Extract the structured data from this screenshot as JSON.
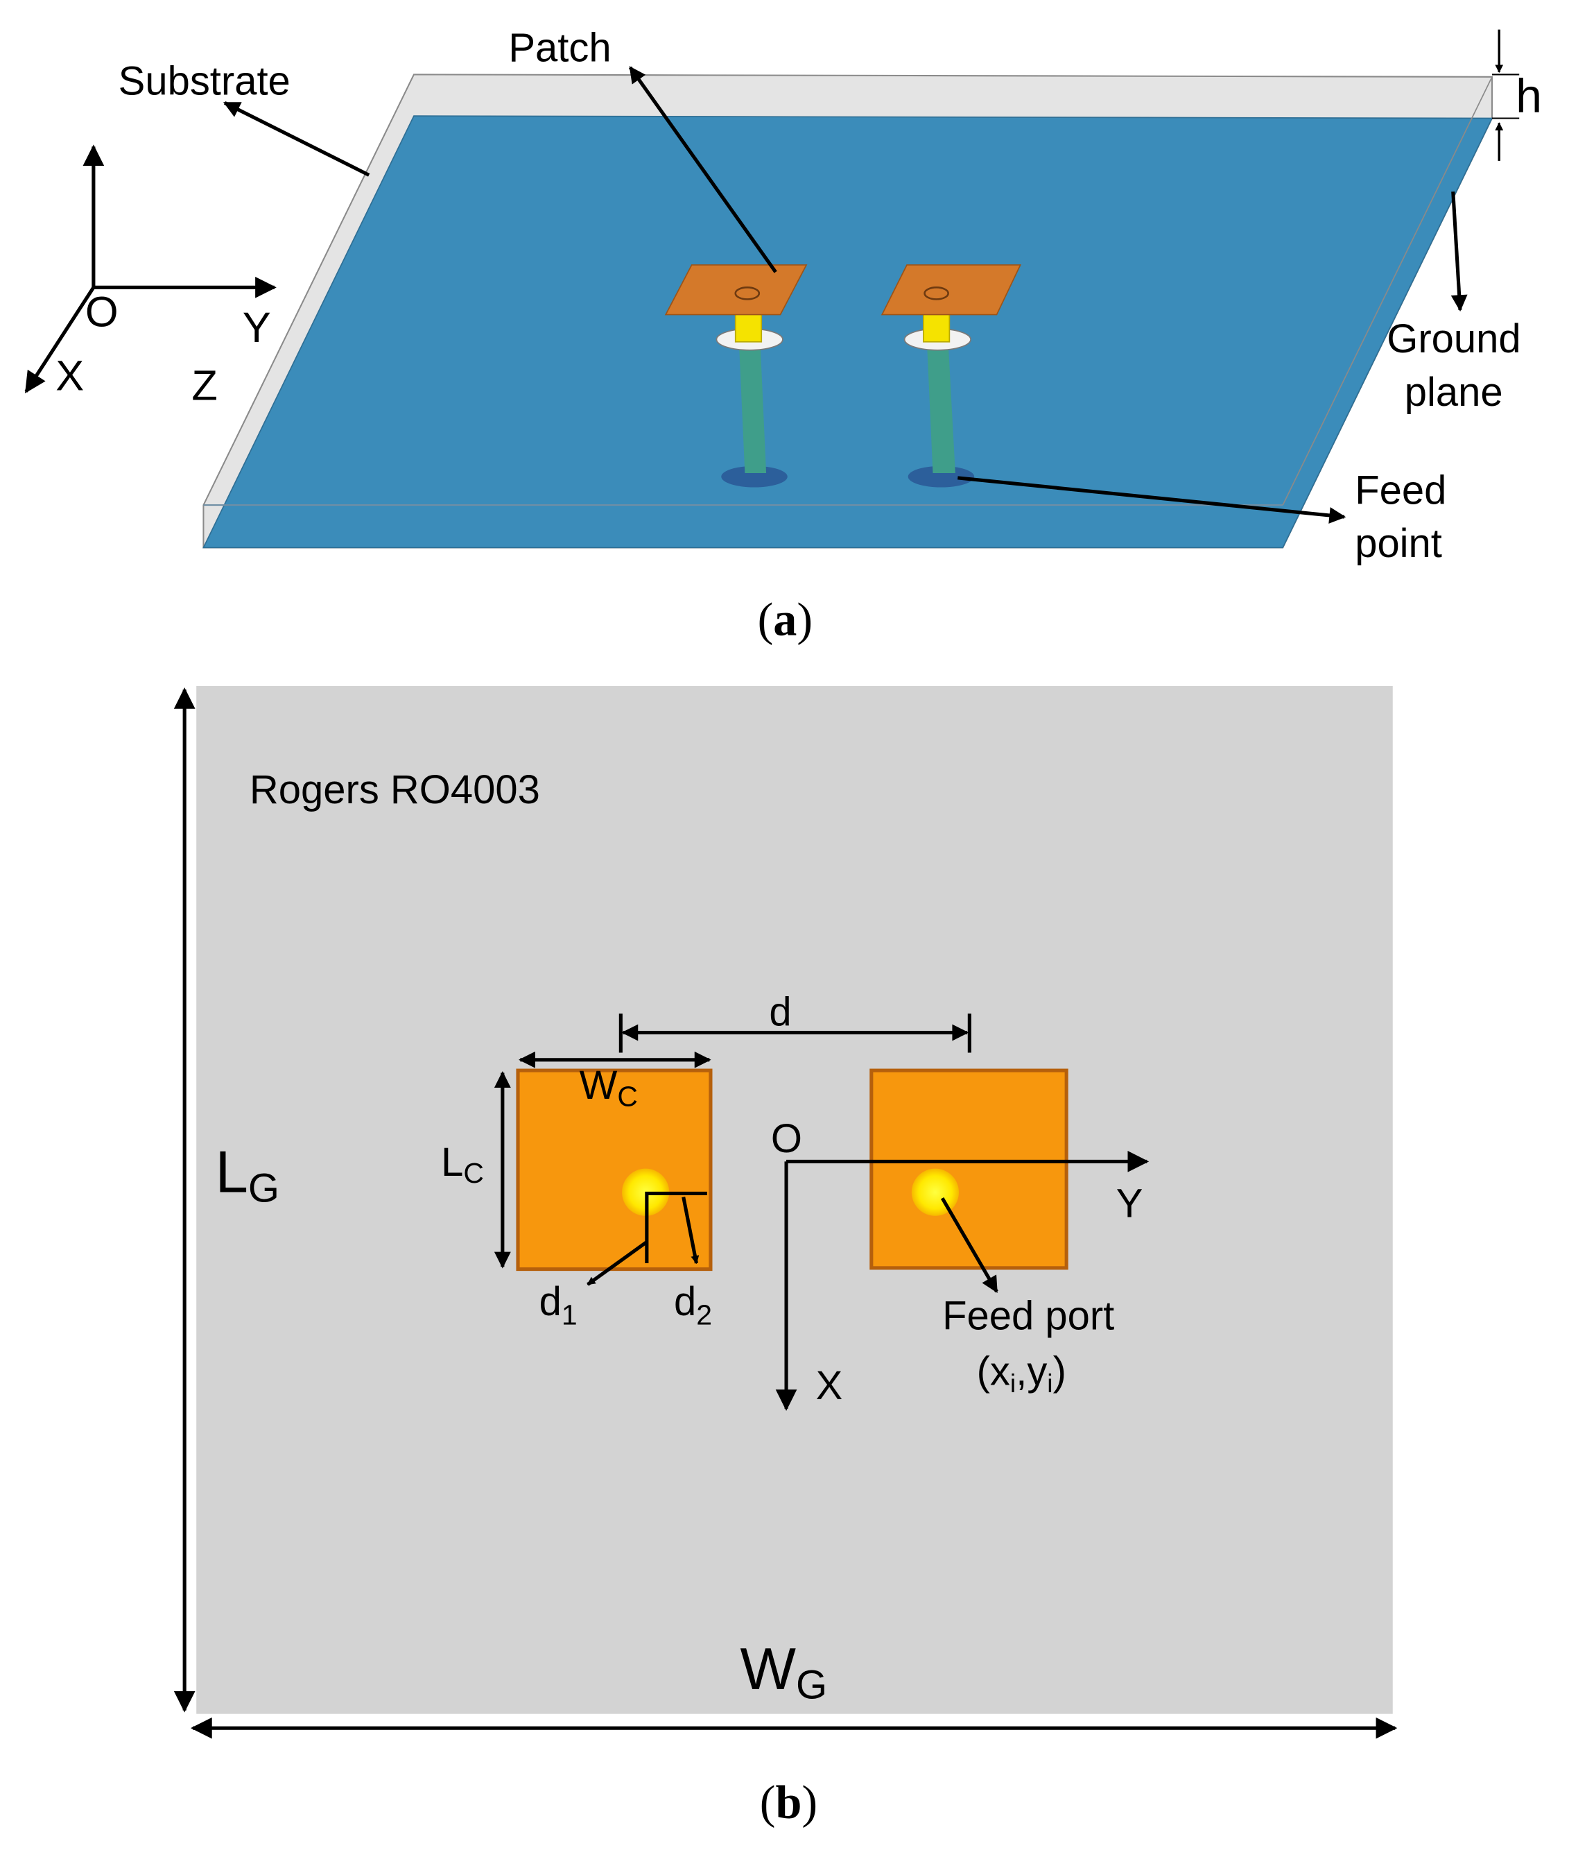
{
  "colors": {
    "substrate_side": "#e4e4e4",
    "ground_plane": "#3b8cba",
    "patch_3d": "#d4792a",
    "patch_top": "#f7970d",
    "feed_port": "#ffef00",
    "pin_yellow": "#f5e300",
    "pin_green": "#3f9e8a",
    "feed_pad": "#2c5f9b",
    "board_gray": "#d3d3d3"
  },
  "panel_a": {
    "label_substrate": "Substrate",
    "label_patch": "Patch",
    "label_h": "h",
    "label_ground_line1": "Ground",
    "label_ground_line2": "plane",
    "label_feed_line1": "Feed",
    "label_feed_line2": "point",
    "axis_o": "O",
    "axis_y": "Y",
    "axis_x": "X",
    "axis_z": "Z",
    "caption_open": "(",
    "caption_letter": "a",
    "caption_close": ")"
  },
  "panel_b": {
    "material": "Rogers RO4003",
    "label_d": "d",
    "label_wc_main": "W",
    "label_wc_sub": "C",
    "label_lc_main": "L",
    "label_lc_sub": "C",
    "label_d1_main": "d",
    "label_d1_sub": "1",
    "label_d2_main": "d",
    "label_d2_sub": "2",
    "axis_o": "O",
    "axis_y": "Y",
    "axis_x": "X",
    "feed_port_line1": "Feed port",
    "coord_open": "(x",
    "coord_sub_i1": "i",
    "coord_sep": ",y",
    "coord_sub_i2": "i",
    "coord_close": ")",
    "label_lg_main": "L",
    "label_lg_sub": "G",
    "label_wg_main": "W",
    "label_wg_sub": "G",
    "caption_open": "(",
    "caption_letter": "b",
    "caption_close": ")"
  }
}
